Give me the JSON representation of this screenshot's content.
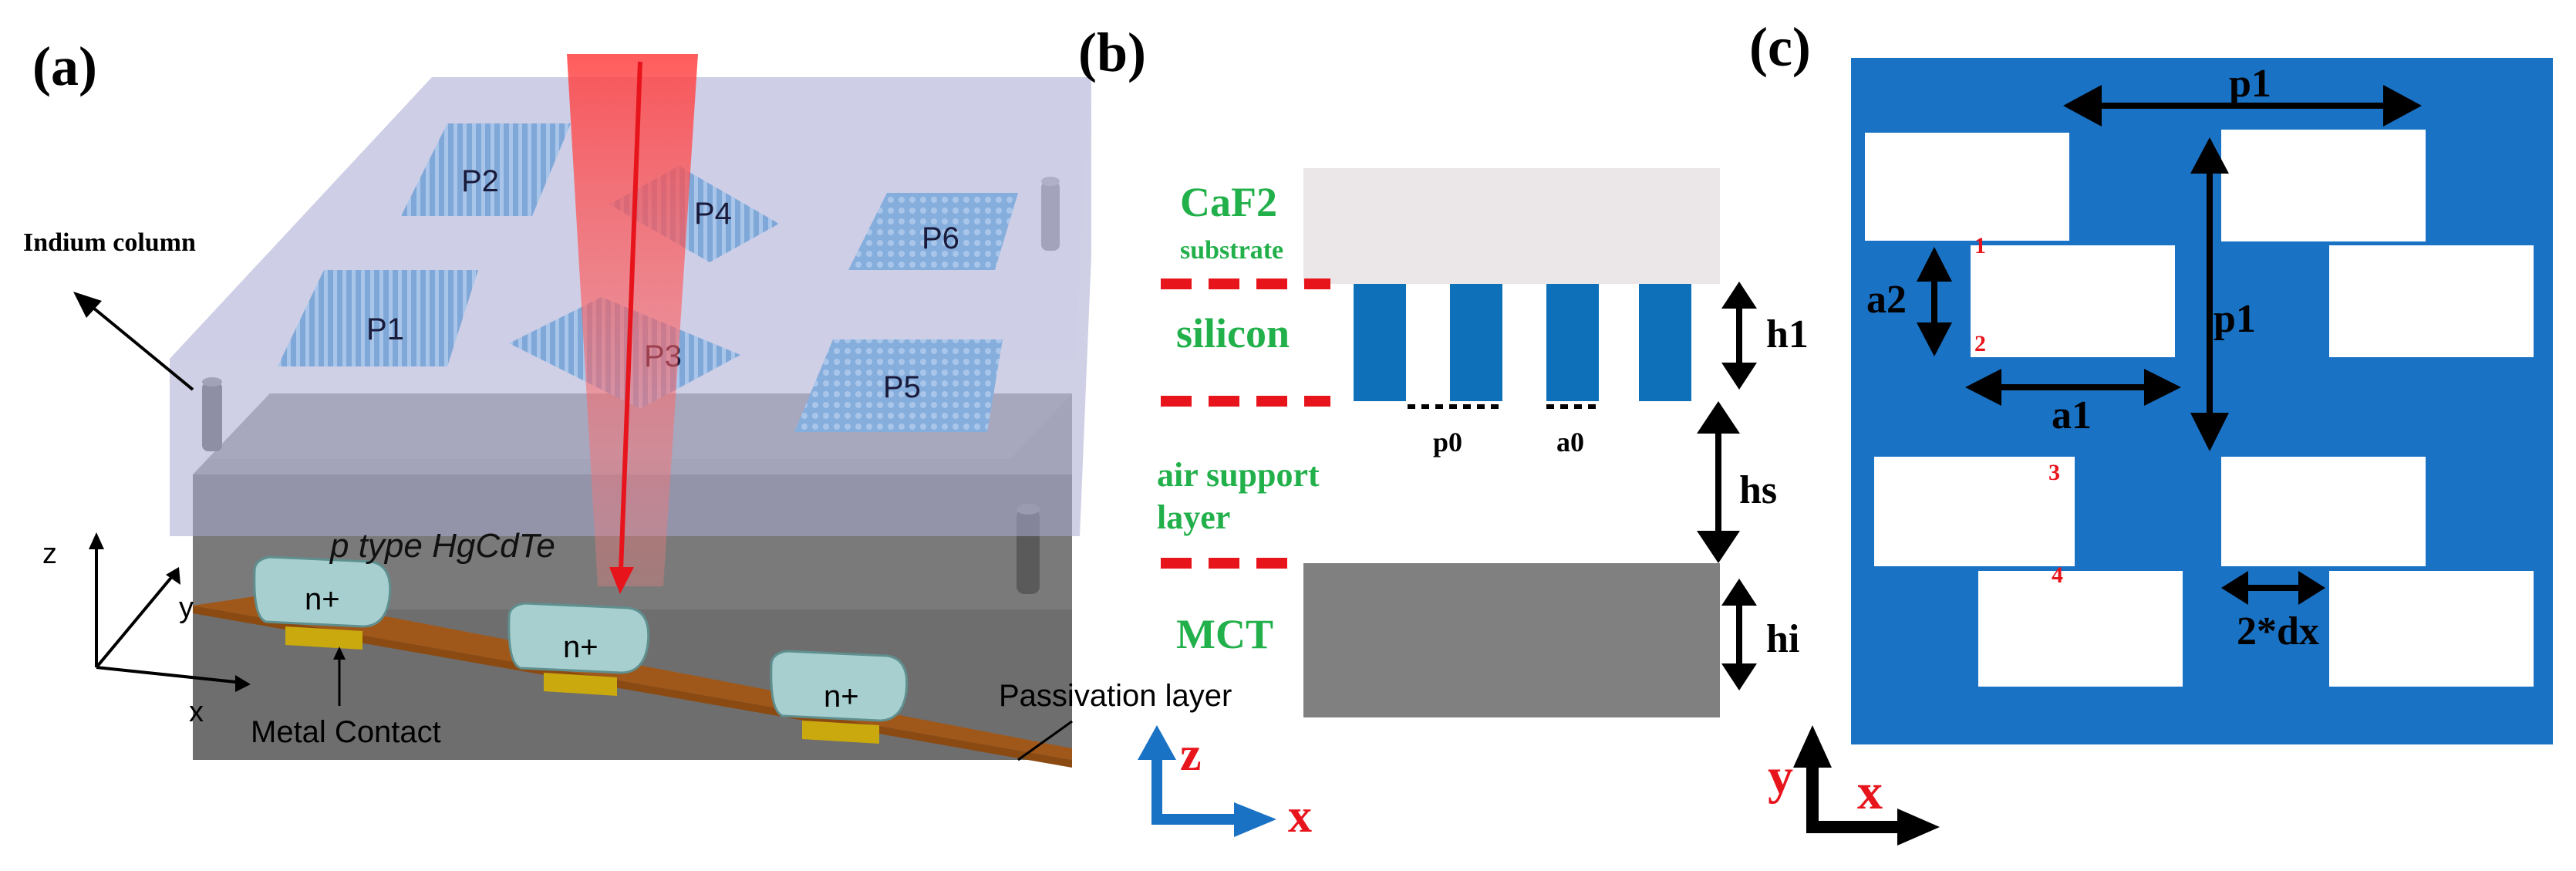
{
  "panel_a": {
    "label": "(a)",
    "pixels": [
      "P2",
      "P4",
      "P6",
      "P1",
      "P3",
      "P5"
    ],
    "indium_label": "Indium column",
    "ptype_label": "p type HgCdTe",
    "nplus_label": "n+",
    "metal_label": "Metal Contact",
    "passivation_label": "Passivation layer",
    "axes": {
      "x": "x",
      "y": "y",
      "z": "z"
    }
  },
  "panel_b": {
    "label": "(b)",
    "layers": {
      "caf2": "CaF2",
      "substrate": "substrate",
      "silicon": "silicon",
      "air_line1": "air support",
      "air_line2": "layer",
      "mct": "MCT"
    },
    "dims": {
      "h1": "h1",
      "hs": "hs",
      "hi": "hi",
      "p0": "p0",
      "a0": "a0"
    },
    "axes": {
      "z": "z",
      "x": "x"
    }
  },
  "panel_c": {
    "label": "(c)",
    "dims": {
      "p1_horizontal": "p1",
      "p1_vertical": "p1",
      "a1": "a1",
      "a2": "a2",
      "dx": "2*dx"
    },
    "markers": [
      "1",
      "2",
      "3",
      "4"
    ],
    "axes": {
      "y": "y",
      "x": "x"
    }
  },
  "colors": {
    "accent_green": "#22b04b",
    "accent_red": "#e8141c",
    "blue_fill": "#1a72c4",
    "silicon_blue": "#0e70b8",
    "mct_gray": "#808080",
    "caf2_fill": "#ebe6e8"
  }
}
